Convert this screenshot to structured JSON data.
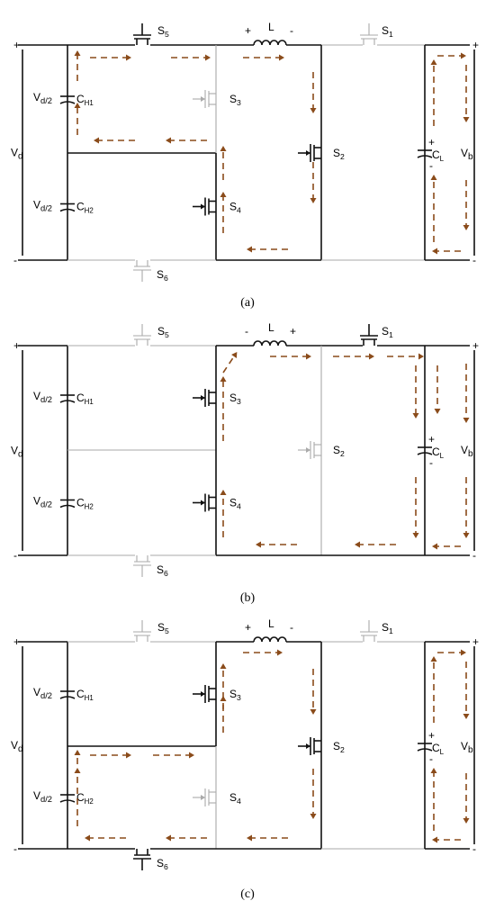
{
  "panels": [
    {
      "caption": "(a)",
      "labels": {
        "vd": "Vd",
        "vd_half_top": "Vd/2",
        "vd_half_bot": "Vd/2",
        "ch1": "CH1",
        "ch2": "CH2",
        "cl": "CL",
        "vb": "Vb",
        "l": "L",
        "s1": "S1",
        "s2": "S2",
        "s3": "S3",
        "s4": "S4",
        "s5": "S5",
        "s6": "S6",
        "l_left_pol": "+",
        "l_right_pol": "-"
      }
    },
    {
      "caption": "(b)",
      "labels": {
        "vd": "Vd",
        "vd_half_top": "Vd/2",
        "vd_half_bot": "Vd/2",
        "ch1": "CH1",
        "ch2": "CH2",
        "cl": "CL",
        "vb": "Vb",
        "l": "L",
        "s1": "S1",
        "s2": "S2",
        "s3": "S3",
        "s4": "S4",
        "s5": "S5",
        "s6": "S6",
        "l_left_pol": "-",
        "l_right_pol": "+"
      }
    },
    {
      "caption": "(c)",
      "labels": {
        "vd": "Vd",
        "vd_half_top": "Vd/2",
        "vd_half_bot": "Vd/2",
        "ch1": "CH1",
        "ch2": "CH2",
        "cl": "CL",
        "vb": "Vb",
        "l": "L",
        "s1": "S1",
        "s2": "S2",
        "s3": "S3",
        "s4": "S4",
        "s5": "S5",
        "s6": "S6",
        "l_left_pol": "+",
        "l_right_pol": "-"
      }
    }
  ],
  "colors": {
    "wire_active": "#111111",
    "wire_inactive": "#aaaaaa",
    "current_flow": "#8a4b1a"
  }
}
